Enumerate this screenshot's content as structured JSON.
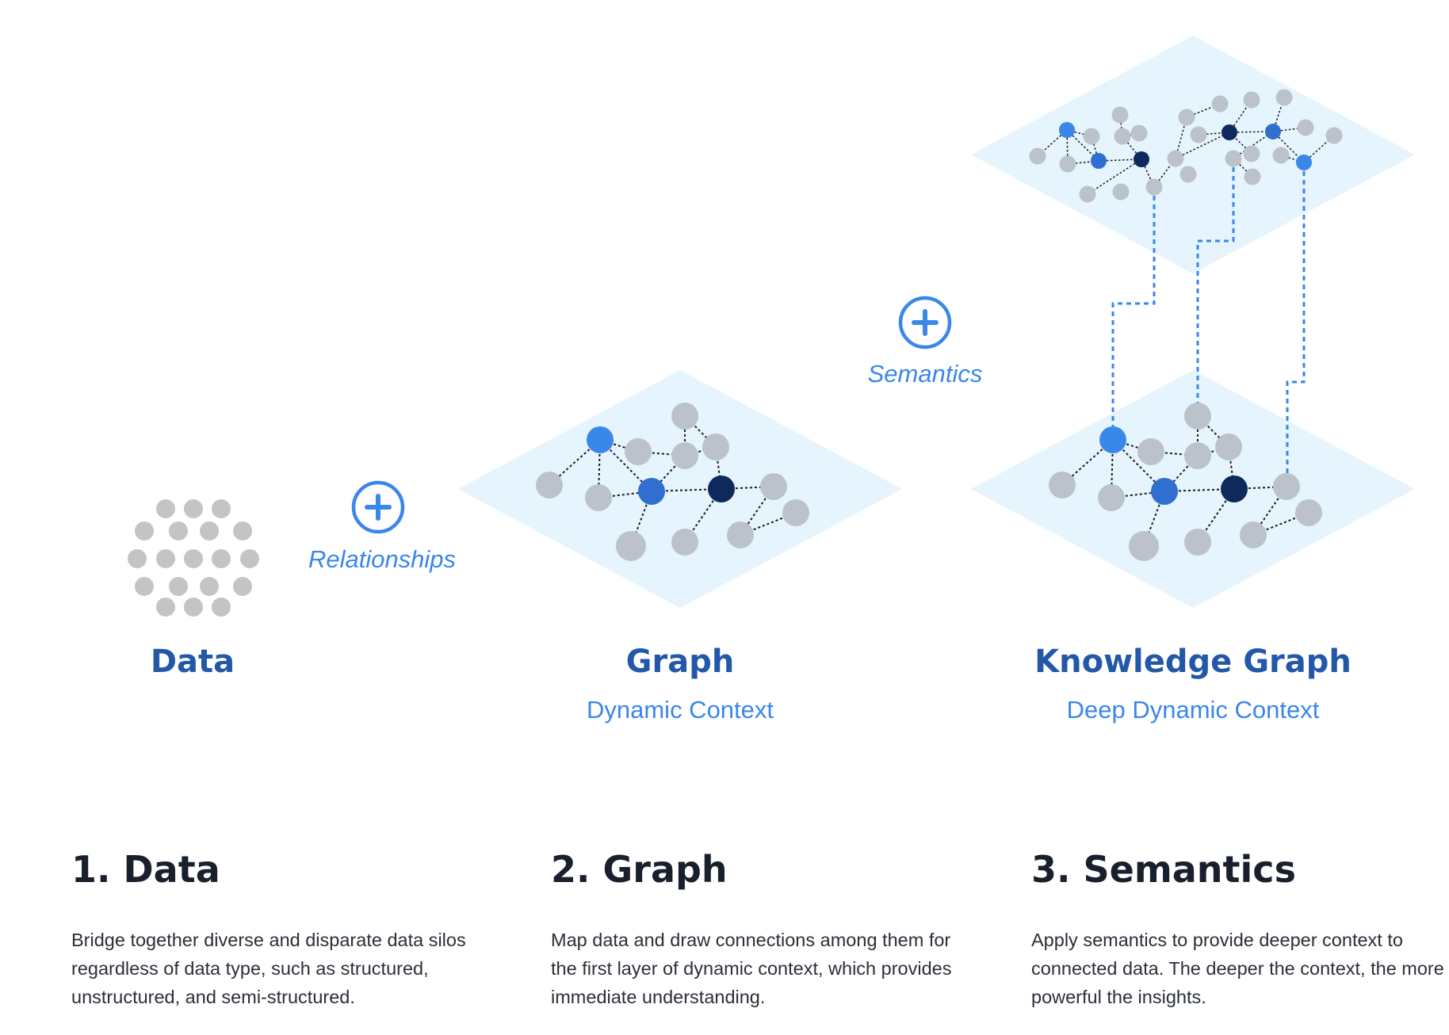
{
  "labels": {
    "data": "Data",
    "graph": "Graph",
    "graph_sub": "Dynamic Context",
    "kg": "Knowledge Graph",
    "kg_sub": "Deep Dynamic Context",
    "op_relationships": "Relationships",
    "op_semantics": "Semantics"
  },
  "steps": [
    {
      "title": "1. Data",
      "text": "Bridge together diverse and disparate data silos regardless of data type, such as structured, unstructured, and semi-structured."
    },
    {
      "title": "2. Graph",
      "text": "Map data and draw connections among them for the first layer of dynamic context, which provides immediate understanding."
    },
    {
      "title": "3. Semantics",
      "text": "Apply semantics to provide deeper context to connected data. The deeper the context, the more powerful the insights."
    }
  ],
  "colors": {
    "plane": "#e5f4fd",
    "node_gray": "#bcc2ca",
    "data_dot": "#c4c4c4",
    "node_blue": "#3a87ea",
    "node_mid": "#2f6fd0",
    "node_dark": "#0e2a5c",
    "edge": "#1a1a1a",
    "connector": "#3a87ea",
    "accent": "#3a87ea",
    "title_blue": "#2358a8",
    "heading": "#18202e",
    "body_text": "#2a2f38"
  }
}
